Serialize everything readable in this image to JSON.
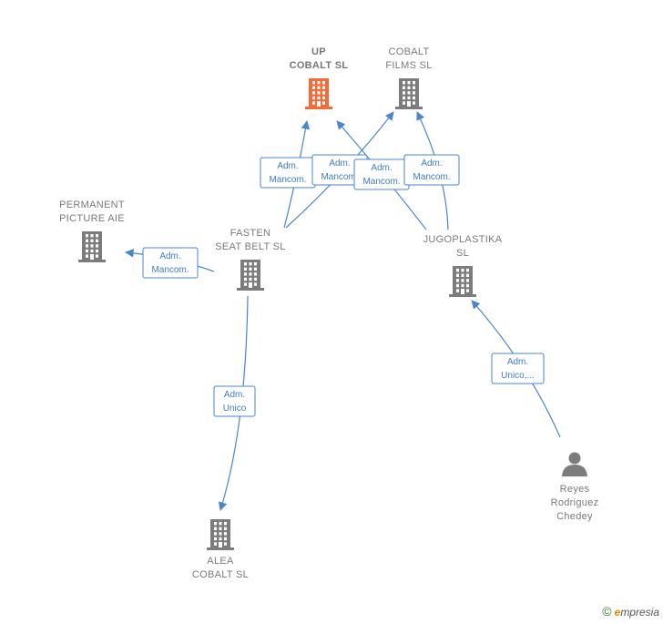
{
  "colors": {
    "main_node": "#f26b38",
    "node": "#7c7c7c",
    "edge": "#4a86d0",
    "person": "#7c7c7c"
  },
  "nodes": [
    {
      "id": "up_cobalt",
      "kind": "company",
      "main": true,
      "lines": [
        "UP",
        "COBALT  SL"
      ]
    },
    {
      "id": "cobalt_films",
      "kind": "company",
      "lines": [
        "COBALT",
        "FILMS  SL"
      ]
    },
    {
      "id": "permanent_picture",
      "kind": "company",
      "lines": [
        "PERMANENT",
        "PICTURE  AIE"
      ]
    },
    {
      "id": "fasten_seat_belt",
      "kind": "company",
      "lines": [
        "FASTEN",
        "SEAT BELT SL"
      ]
    },
    {
      "id": "jugoplastika",
      "kind": "company",
      "lines": [
        "JUGOPLASTIKA",
        "SL"
      ]
    },
    {
      "id": "alea_cobalt",
      "kind": "company",
      "lines": [
        "ALEA",
        "COBALT  SL"
      ]
    },
    {
      "id": "reyes",
      "kind": "person",
      "lines": [
        "Reyes",
        "Rodriguez",
        "Chedey"
      ]
    }
  ],
  "edges": [
    {
      "from": "fasten_seat_belt",
      "to": "up_cobalt",
      "label": [
        "Adm.",
        "Mancom."
      ]
    },
    {
      "from": "fasten_seat_belt",
      "to": "cobalt_films",
      "label": [
        "Adm.",
        "Mancom."
      ]
    },
    {
      "from": "jugoplastika",
      "to": "up_cobalt",
      "label": [
        "Adm.",
        "Mancom."
      ]
    },
    {
      "from": "jugoplastika",
      "to": "cobalt_films",
      "label": [
        "Adm.",
        "Mancom."
      ]
    },
    {
      "from": "fasten_seat_belt",
      "to": "permanent_picture",
      "label": [
        "Adm.",
        "Mancom."
      ]
    },
    {
      "from": "fasten_seat_belt",
      "to": "alea_cobalt",
      "label": [
        "Adm.",
        "Unico"
      ]
    },
    {
      "from": "reyes",
      "to": "jugoplastika",
      "label": [
        "Adm.",
        "Unico,..."
      ]
    }
  ],
  "brand": {
    "copyright": "©",
    "initial": "e",
    "name": "mpresia"
  }
}
